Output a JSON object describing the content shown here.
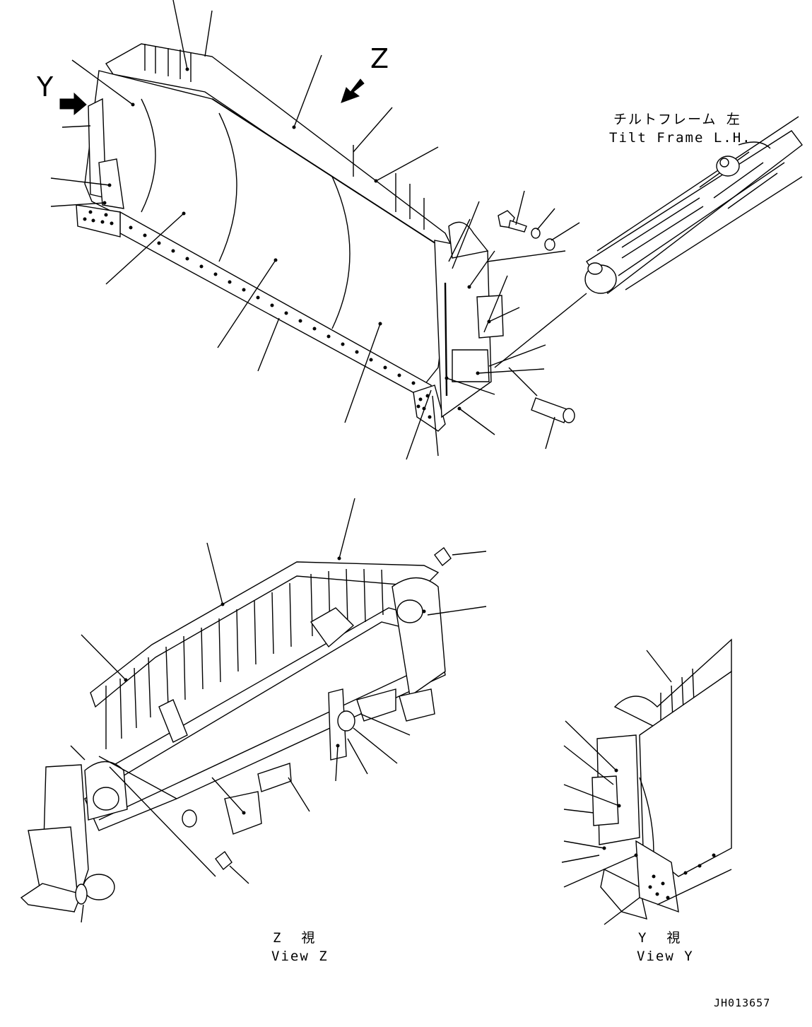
{
  "labels": {
    "arrow_y": "Y",
    "arrow_z": "Z",
    "tilt_frame_jp": "チルトフレーム 左",
    "tilt_frame_en": "Tilt Frame L.H.",
    "view_z_jp": "Z  視",
    "view_z_en": "View Z",
    "view_y_jp": "Y  視",
    "view_y_en": "View Y",
    "drawing_number": "JH013657"
  },
  "icons": [
    "arrow-y-icon",
    "arrow-z-icon"
  ],
  "colors": {
    "line": "#000000",
    "background": "#ffffff"
  }
}
